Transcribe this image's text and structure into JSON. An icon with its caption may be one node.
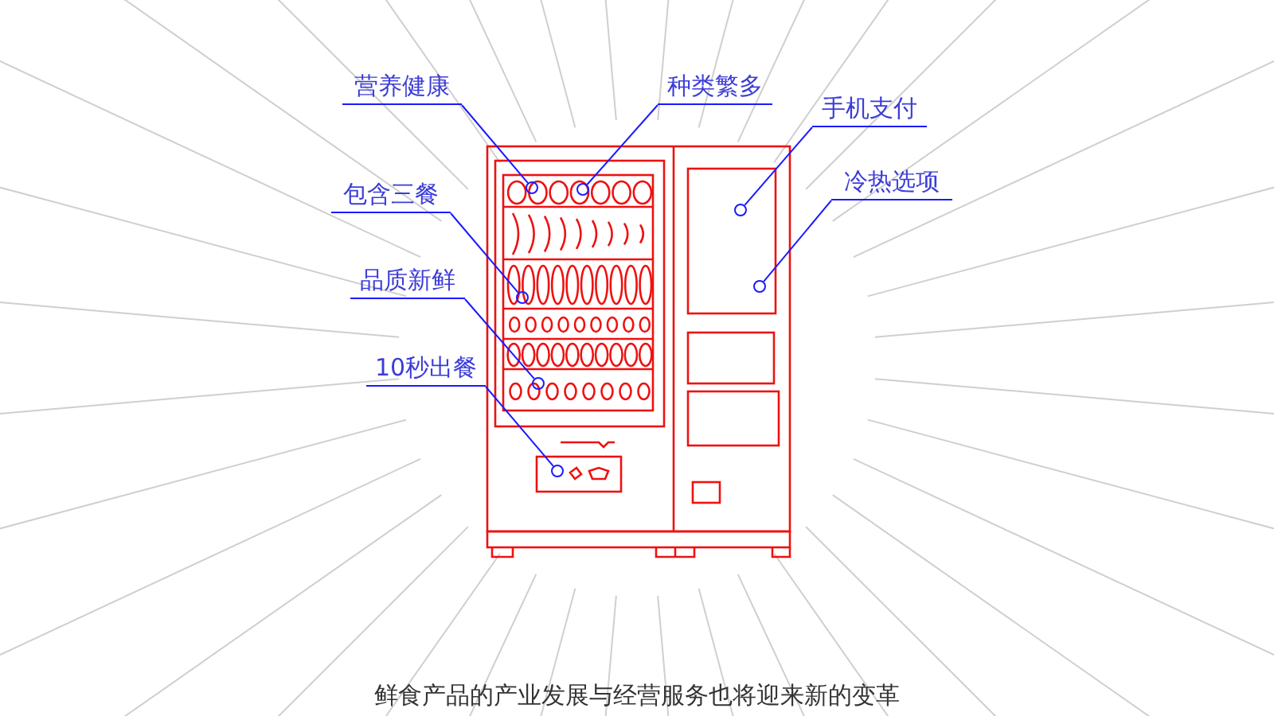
{
  "diagram": {
    "caption": "鲜食产品的产业发展与经营服务也将迎来新的变革",
    "nodes": [
      {
        "text": [
          "营养健康"
        ]
      },
      {
        "text": [
          "种类繁多"
        ]
      },
      {
        "text": [
          "手机支付"
        ]
      },
      {
        "text": [
          "包含三餐"
        ]
      },
      {
        "text": [
          "冷热选项"
        ]
      },
      {
        "text": [
          "品质新鲜"
        ]
      },
      {
        "text": [
          "10秒出餐"
        ]
      },
      {
        "text": [],
        "shape": "circle"
      },
      {
        "text": [],
        "shape": "circle"
      },
      {
        "text": [],
        "shape": "circle"
      },
      {
        "text": [],
        "shape": "circle"
      },
      {
        "text": [],
        "shape": "circle"
      },
      {
        "text": [],
        "shape": "circle"
      },
      {
        "text": [],
        "shape": "circle"
      }
    ],
    "edges": [
      {
        "from": 0,
        "to": 7,
        "arrow": "none"
      },
      {
        "from": 1,
        "to": 8,
        "arrow": "none"
      },
      {
        "from": 2,
        "to": 9,
        "arrow": "none"
      },
      {
        "from": 3,
        "to": 10,
        "arrow": "none"
      },
      {
        "from": 4,
        "to": 11,
        "arrow": "none"
      },
      {
        "from": 5,
        "to": 12,
        "arrow": "none"
      },
      {
        "from": 6,
        "to": 13,
        "arrow": "none"
      }
    ]
  }
}
